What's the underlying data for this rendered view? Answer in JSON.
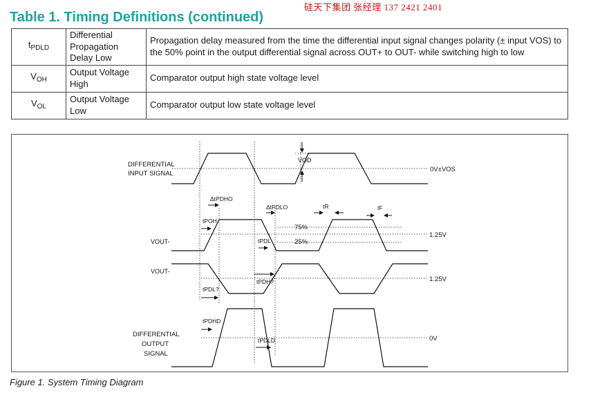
{
  "table": {
    "title": "Table 1. Timing Definitions (continued)",
    "rows": [
      {
        "symbol_main": "t",
        "symbol_sub": "PDLD",
        "name": "Differential Propagation Delay Low",
        "description": "Propagation delay measured from the time the differential input signal changes polarity (± input VOS) to the 50% point in the output differential signal across OUT+ to OUT- while switching high to low"
      },
      {
        "symbol_main": "V",
        "symbol_sub": "OH",
        "name": "Output Voltage High",
        "description": "Comparator output high state voltage level"
      },
      {
        "symbol_main": "V",
        "symbol_sub": "OL",
        "name": "Output Voltage Low",
        "description": "Comparator output low state voltage level"
      }
    ]
  },
  "watermark": "硅天下集团 张经理 137 2421 2401",
  "figure": {
    "caption": "Figure 1. System Timing Diagram",
    "labels": {
      "diff_input_1": "DIFFERENTIAL",
      "diff_input_2": "INPUT SIGNAL",
      "vod": "VOD",
      "ov_vos": "0V±VOS",
      "dt_pdho": "ΔtPDHO",
      "dt_pdlo": "ΔtPDLO",
      "tr": "tR",
      "tf": "tF",
      "tpoh": "tPOH",
      "tpdl": "tPDL",
      "p75": "75%",
      "p25": "25%",
      "v125_a": "1.25V",
      "vout_minus_1": "VOUT-",
      "vout_minus_2": "VOUT-",
      "tpdh7": "tPDH?",
      "tpdl7": "tPDL?",
      "v125_b": "1.25V",
      "tpdhd": "tPDHD",
      "tpdld": "tPDLD",
      "diff_out_1": "DIFFERENTIAL",
      "diff_out_2": "OUTPUT",
      "diff_out_3": "SIGNAL",
      "ov": "0V"
    }
  }
}
